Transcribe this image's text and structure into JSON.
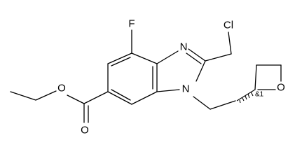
{
  "atoms": {
    "fluorine": "F",
    "chlorine": "Cl",
    "nitrogen_imine": "N",
    "nitrogen_ring": "N",
    "oxygen_oxetane": "O",
    "oxygen_ester": "O",
    "oxygen_carbonyl": "O"
  },
  "stereo_label": "&1",
  "colors": {
    "bond": "#000000",
    "text": "#000000",
    "background": "#ffffff"
  }
}
